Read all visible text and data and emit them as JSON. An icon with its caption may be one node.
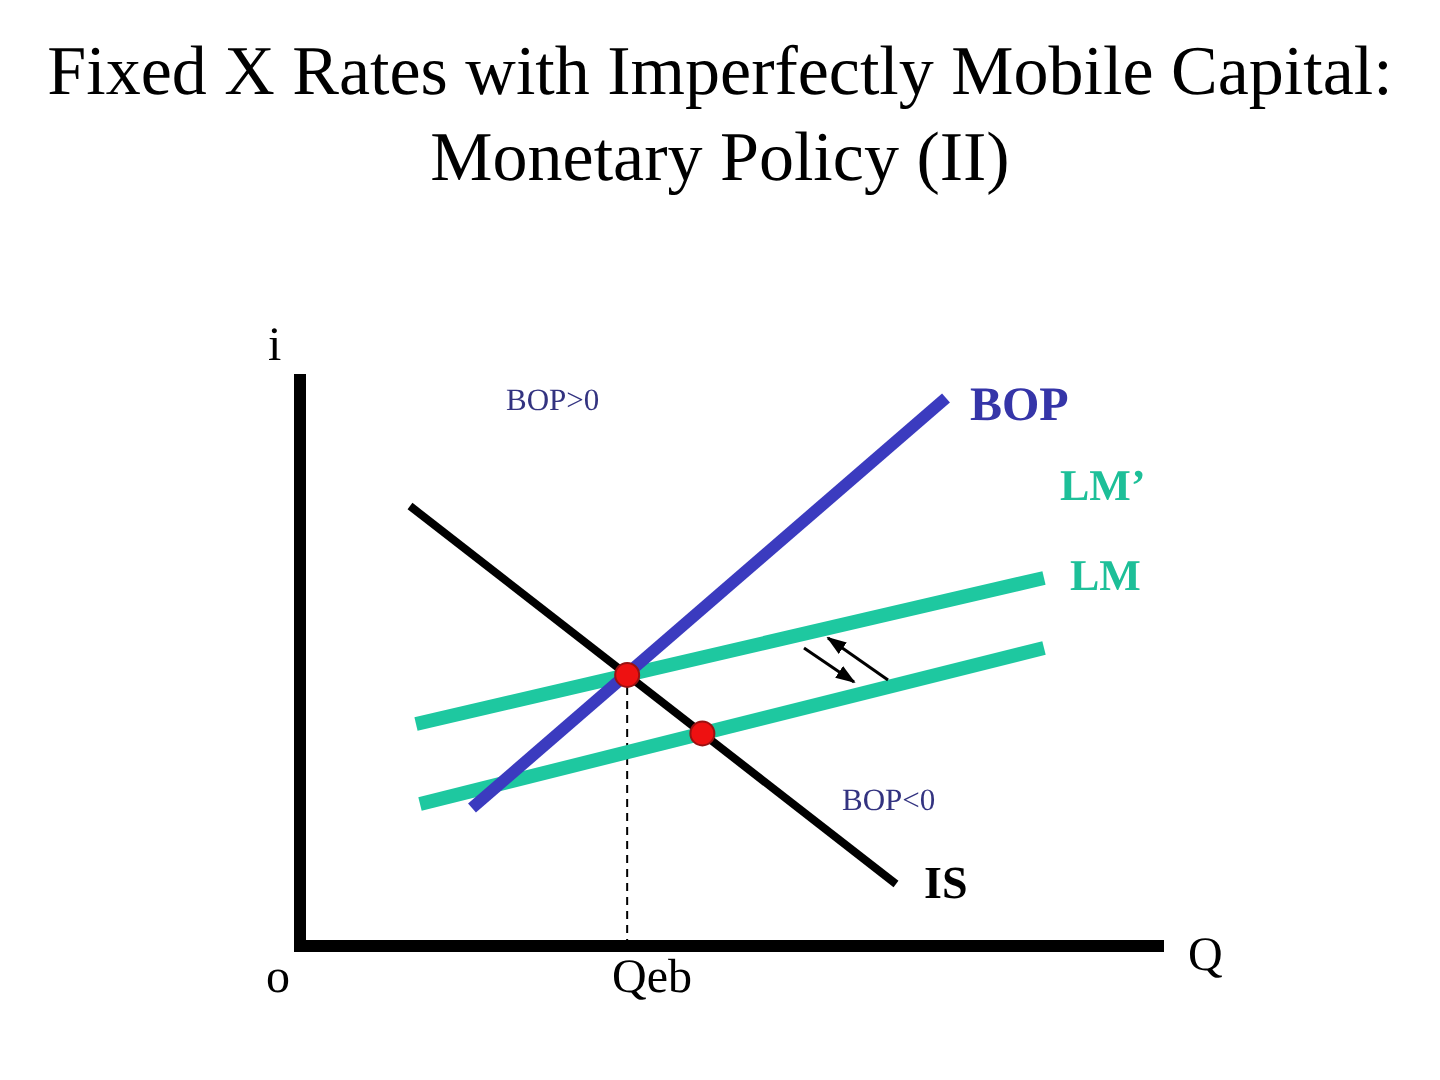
{
  "diagram": {
    "title": "Fixed X Rates with Imperfectly Mobile Capital: Monetary Policy (II)",
    "labels": [
      "i",
      "BOP>0",
      "BOP",
      "LM’",
      "LM",
      "BOP<0",
      "IS",
      "o",
      "Qeb",
      "Q"
    ]
  }
}
